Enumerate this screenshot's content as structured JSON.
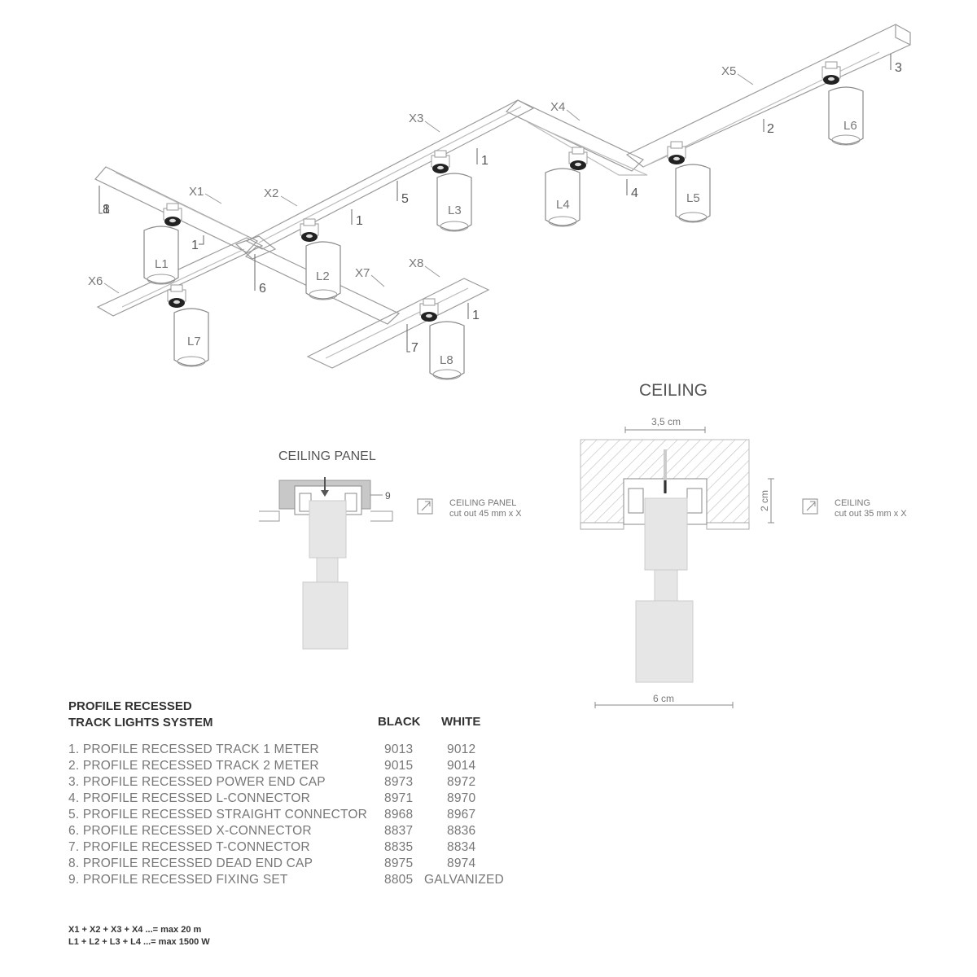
{
  "track_labels": [
    "X1",
    "X2",
    "X3",
    "X4",
    "X5",
    "X6",
    "X7",
    "X8"
  ],
  "light_labels": [
    "L1",
    "L2",
    "L3",
    "L4",
    "L5",
    "L6",
    "L7",
    "L8"
  ],
  "part_callouts": [
    "1",
    "1",
    "1",
    "1",
    "1",
    "2",
    "3",
    "4",
    "5",
    "6",
    "7",
    "8"
  ],
  "ceiling_panel": {
    "title": "CEILING PANEL",
    "fixing_number": "9",
    "cut_out_line1": "CEILING PANEL",
    "cut_out_line2": "cut out 45 mm x X"
  },
  "ceiling": {
    "title": "CEILING",
    "width_dim": "3,5 cm",
    "height_dim": "2 cm",
    "base_dim": "6 cm",
    "cut_out_line1": "CEILING",
    "cut_out_line2": "cut out 35 mm x X"
  },
  "table": {
    "title_line1": "PROFILE RECESSED",
    "title_line2": "TRACK LIGHTS SYSTEM",
    "col_black": "BLACK",
    "col_white": "WHITE",
    "rows": [
      {
        "name": "1. PROFILE RECESSED TRACK 1 METER",
        "black": "9013",
        "white": "9012"
      },
      {
        "name": "2. PROFILE RECESSED TRACK 2 METER",
        "black": "9015",
        "white": "9014"
      },
      {
        "name": "3. PROFILE RECESSED POWER END CAP",
        "black": "8973",
        "white": "8972"
      },
      {
        "name": "4. PROFILE RECESSED L-CONNECTOR",
        "black": "8971",
        "white": "8970"
      },
      {
        "name": "5. PROFILE RECESSED STRAIGHT CONNECTOR",
        "black": "8968",
        "white": "8967"
      },
      {
        "name": "6. PROFILE RECESSED X-CONNECTOR",
        "black": "8837",
        "white": "8836"
      },
      {
        "name": "7. PROFILE RECESSED T-CONNECTOR",
        "black": "8835",
        "white": "8834"
      },
      {
        "name": "8. PROFILE RECESSED DEAD END CAP",
        "black": "8975",
        "white": "8974"
      },
      {
        "name": "9. PROFILE RECESSED FIXING SET",
        "black": "8805",
        "white": "GALVANIZED"
      }
    ]
  },
  "notes": {
    "line1": "X1 + X2 + X3 + X4 ...= max 20 m",
    "line2": "L1 + L2 + L3 + L4 ...= max 1500 W"
  },
  "colors": {
    "line": "#9a9a9a",
    "fill_light": "#e4e4e4",
    "hatch": "#bdbdbd",
    "text": "#777777"
  }
}
